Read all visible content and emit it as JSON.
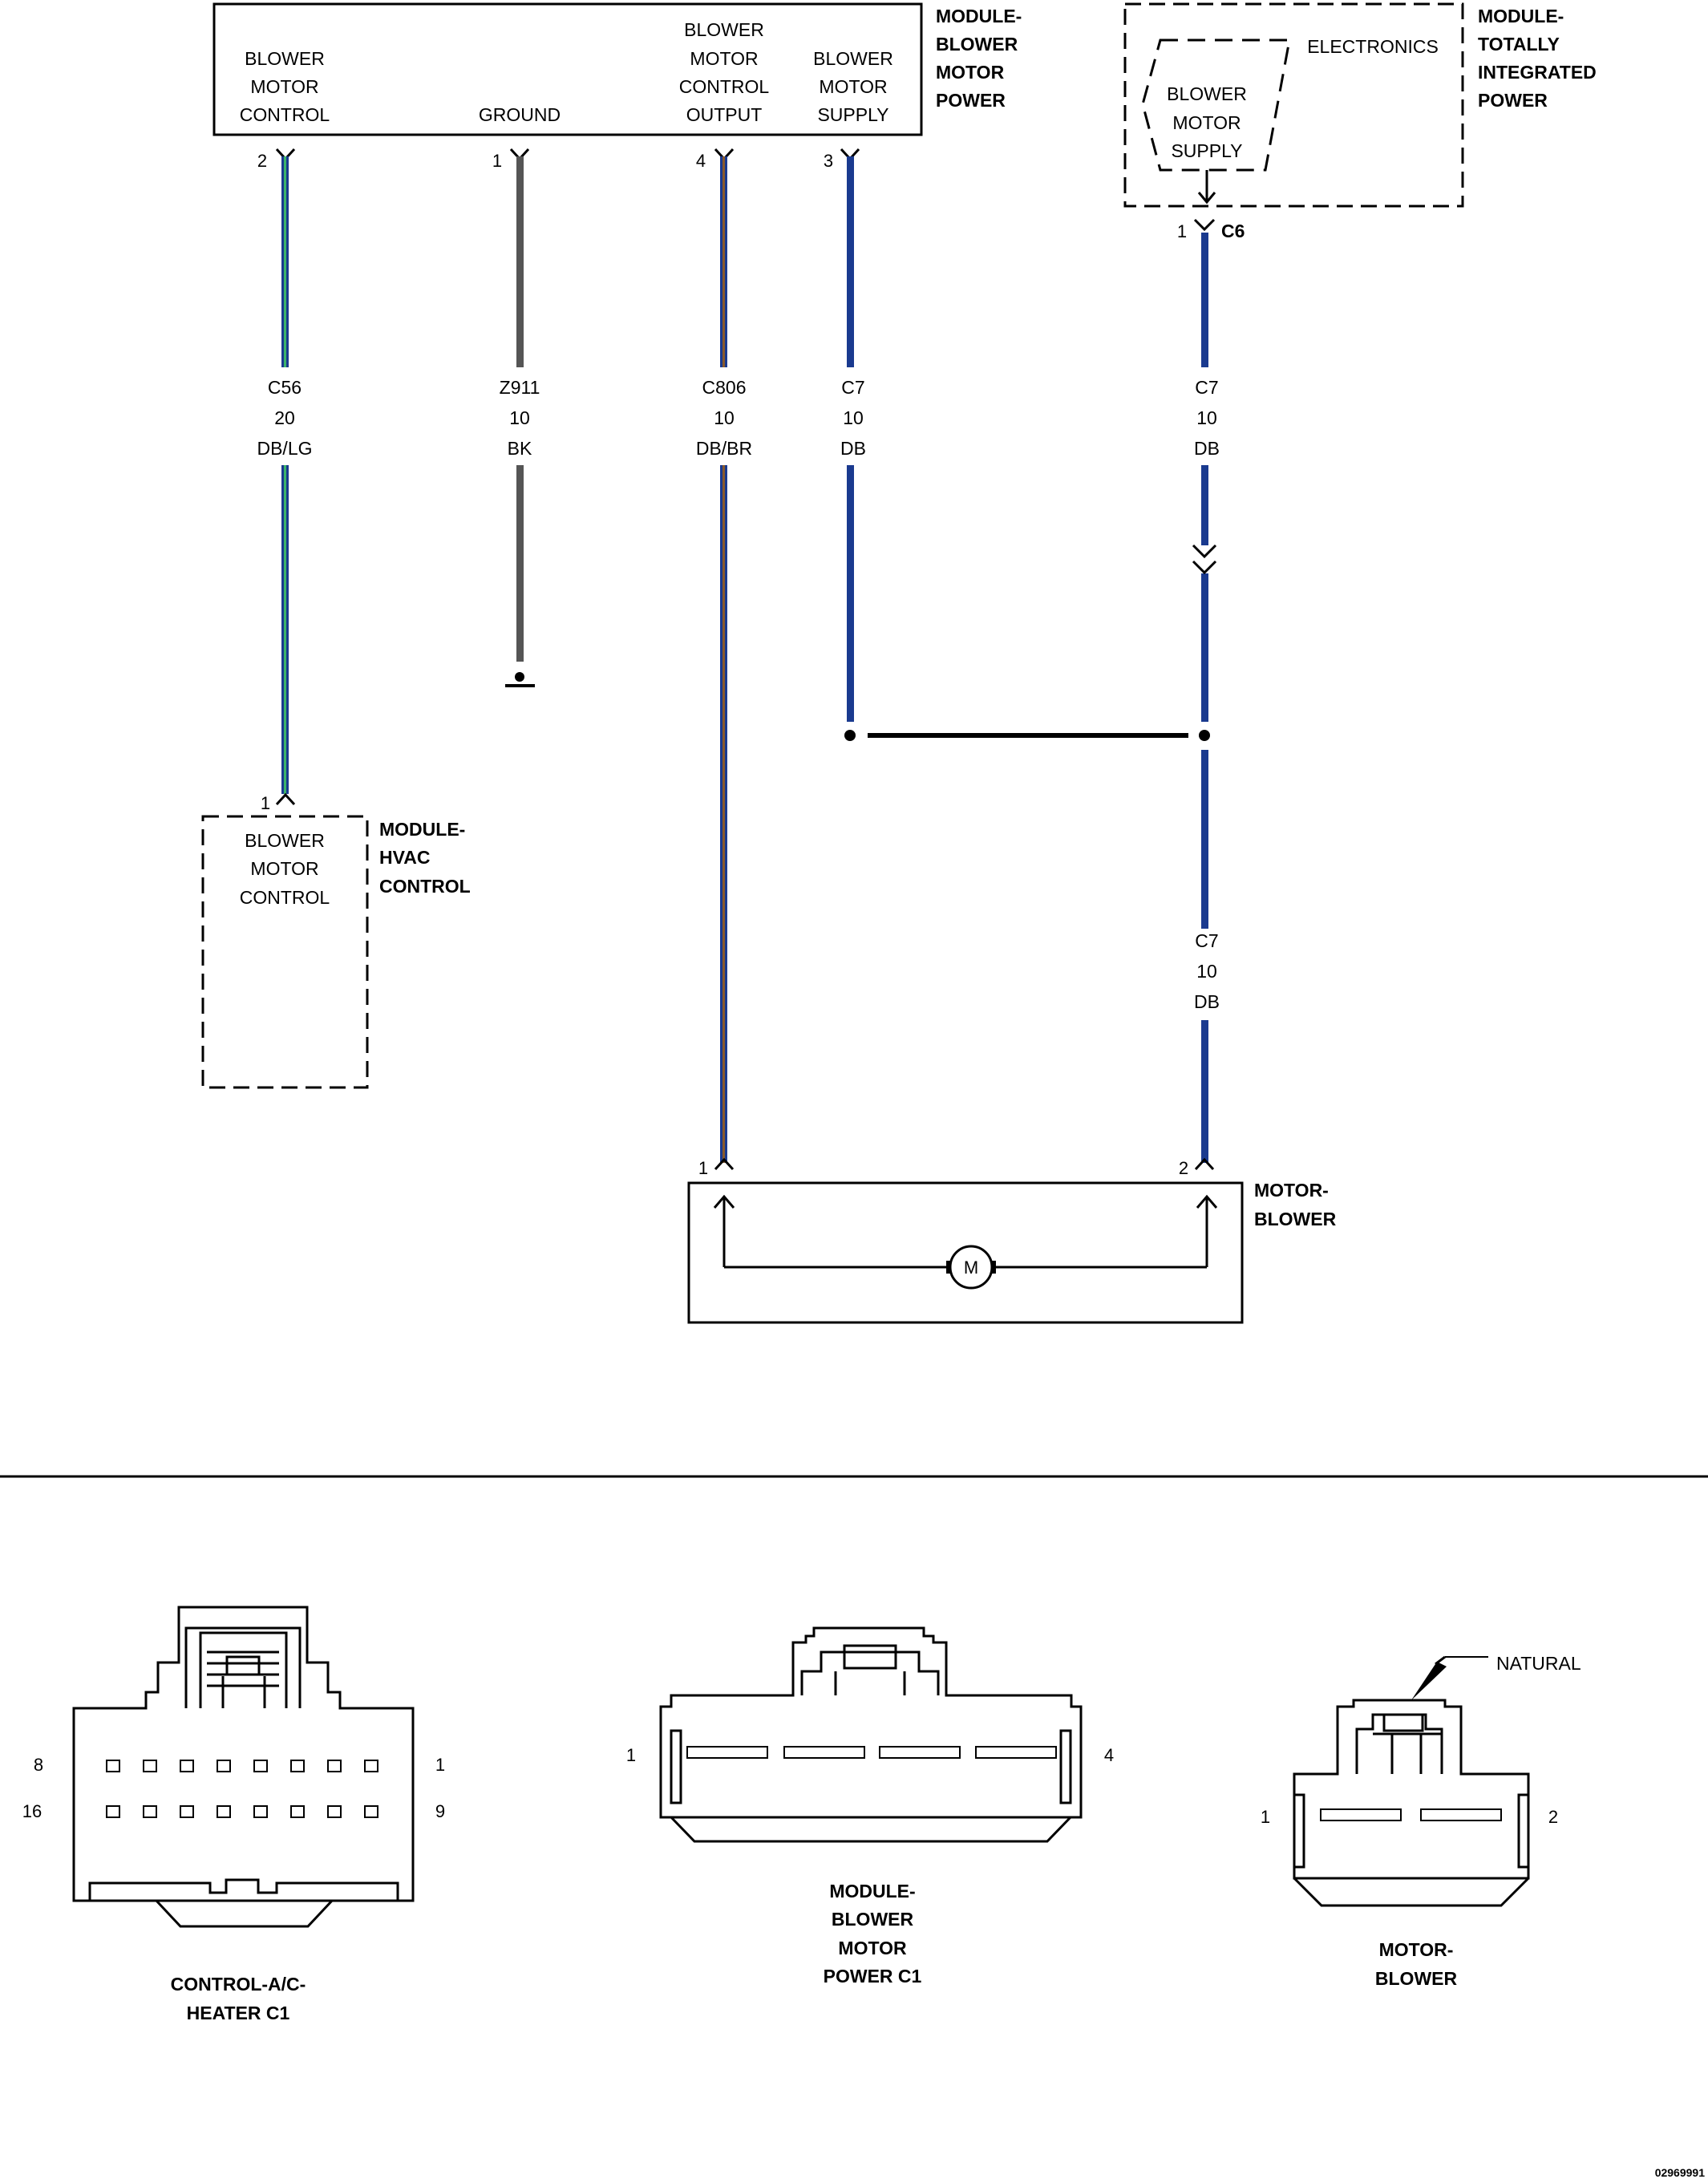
{
  "modules": {
    "blower_power": {
      "name": [
        "MODULE-",
        "BLOWER",
        "MOTOR",
        "POWER"
      ],
      "pins": [
        {
          "num": "2",
          "label": [
            "BLOWER",
            "MOTOR",
            "CONTROL"
          ]
        },
        {
          "num": "1",
          "label": [
            "GROUND"
          ]
        },
        {
          "num": "4",
          "label": [
            "BLOWER",
            "MOTOR",
            "CONTROL",
            "OUTPUT"
          ]
        },
        {
          "num": "3",
          "label": [
            "BLOWER",
            "MOTOR",
            "SUPPLY"
          ]
        }
      ]
    },
    "tipm": {
      "name": [
        "MODULE-",
        "TOTALLY",
        "INTEGRATED",
        "POWER"
      ],
      "electronics_label": "ELECTRONICS",
      "inner_label": [
        "BLOWER",
        "MOTOR",
        "SUPPLY"
      ],
      "pin": "1",
      "connector": "C6"
    },
    "hvac": {
      "name": [
        "MODULE-",
        "HVAC",
        "CONTROL"
      ],
      "pin": "1",
      "label": [
        "BLOWER",
        "MOTOR",
        "CONTROL"
      ]
    },
    "motor": {
      "name": [
        "MOTOR-",
        "BLOWER"
      ],
      "pins": [
        "1",
        "2"
      ],
      "symbol": "M"
    }
  },
  "wires": [
    {
      "circuit": "C56",
      "gauge": "20",
      "color_code": "DB/LG",
      "color": "#1a3a8f",
      "stripe": "#3bb36a"
    },
    {
      "circuit": "Z911",
      "gauge": "10",
      "color_code": "BK",
      "color": "#555555"
    },
    {
      "circuit": "C806",
      "gauge": "10",
      "color_code": "DB/BR",
      "color": "#1a3a8f",
      "stripe": "#8a5a2b"
    },
    {
      "circuit": "C7",
      "gauge": "10",
      "color_code": "DB",
      "color": "#1a3a8f"
    },
    {
      "circuit": "C7",
      "gauge": "10",
      "color_code": "DB",
      "color": "#1a3a8f"
    },
    {
      "circuit": "C7",
      "gauge": "10",
      "color_code": "DB",
      "color": "#1a3a8f"
    }
  ],
  "connectors": {
    "hvac_c1": {
      "name": [
        "CONTROL-A/C-",
        "HEATER C1"
      ],
      "pin_labels": {
        "top_left": "8",
        "top_right": "1",
        "bottom_left": "16",
        "bottom_right": "9"
      }
    },
    "power_c1": {
      "name": [
        "MODULE-",
        "BLOWER",
        "MOTOR",
        "POWER C1"
      ],
      "pin_labels": {
        "left": "1",
        "right": "4"
      }
    },
    "motor_c": {
      "name": [
        "MOTOR-",
        "BLOWER"
      ],
      "pin_labels": {
        "left": "1",
        "right": "2"
      },
      "callout": "NATURAL"
    }
  },
  "figure_id": "02969991"
}
